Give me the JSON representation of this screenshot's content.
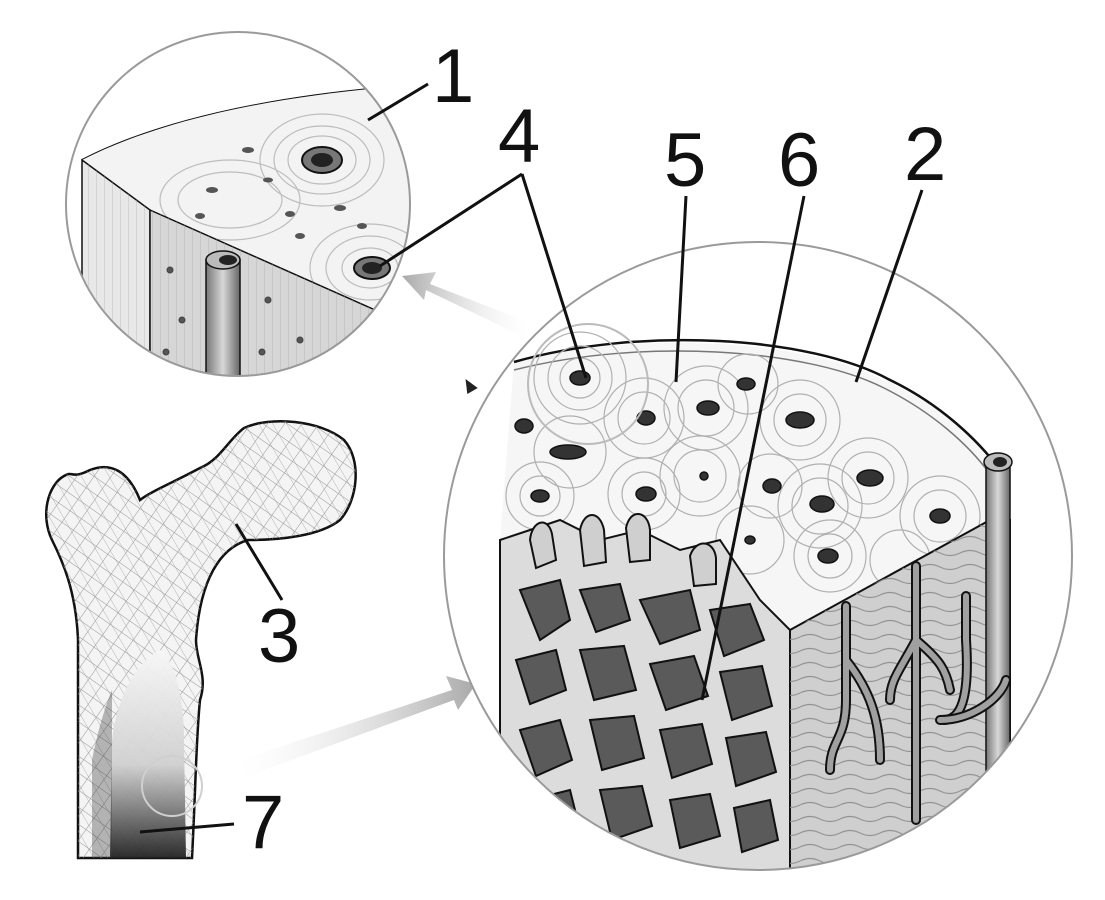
{
  "diagram": {
    "labels": {
      "l1": "1",
      "l2": "2",
      "l3": "3",
      "l4": "4",
      "l5": "5",
      "l6": "6",
      "l7": "7"
    }
  },
  "colors": {
    "ink": "#111111",
    "bone_light": "#f2f2f2",
    "bone_mid": "#bdbdbd",
    "marrow_dark": "#4a4a4a",
    "arrow": "#b8b8b8"
  }
}
